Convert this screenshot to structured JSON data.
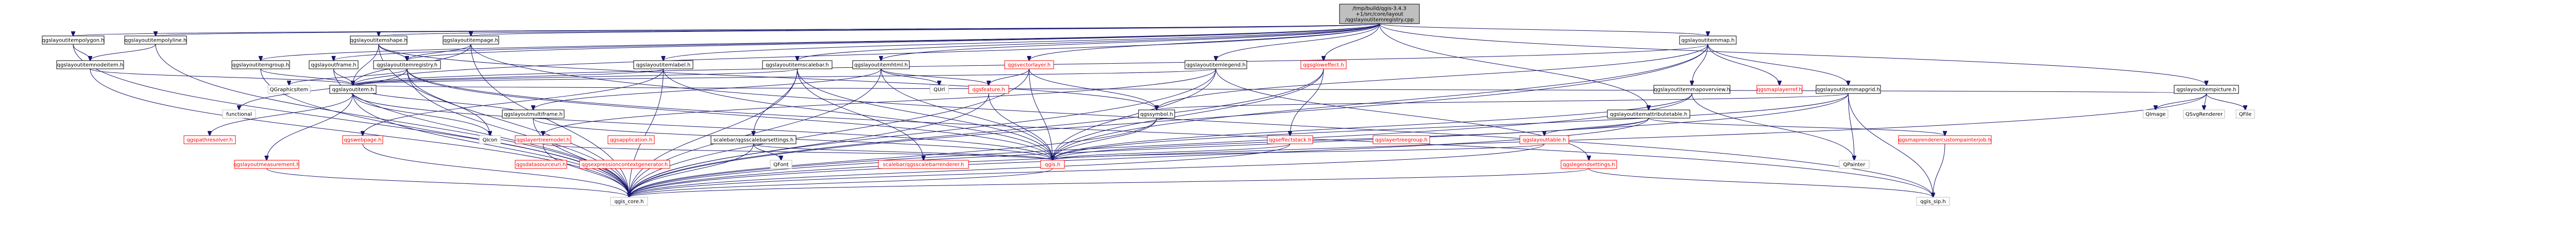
{
  "colors": {
    "root_fill": "#bfbfbf",
    "documented_stroke": "#000000",
    "undocumented_stroke": "#bfbfbf",
    "documented_text": "#000000",
    "missing_text": "#ff0000",
    "edge": "#191970"
  },
  "nodes": [
    {
      "id": "root",
      "lines": [
        "/tmp/build/qgis-3.4.3",
        "+1/src/core/layout",
        "/qgslayoutitemregistry.cpp"
      ],
      "kind": "root"
    },
    {
      "id": "polygon",
      "lines": [
        "qgslayoutitempolygon.h"
      ],
      "kind": "doc"
    },
    {
      "id": "polyline",
      "lines": [
        "qgslayoutitempolyline.h"
      ],
      "kind": "doc"
    },
    {
      "id": "nodeitem",
      "lines": [
        "qgslayoutitemnodeitem.h"
      ],
      "kind": "doc"
    },
    {
      "id": "shape",
      "lines": [
        "qgslayoutitemshape.h"
      ],
      "kind": "doc"
    },
    {
      "id": "page",
      "lines": [
        "qgslayoutitempage.h"
      ],
      "kind": "doc"
    },
    {
      "id": "group",
      "lines": [
        "qgslayoutitemgroup.h"
      ],
      "kind": "doc"
    },
    {
      "id": "frame",
      "lines": [
        "qgslayoutframe.h"
      ],
      "kind": "doc"
    },
    {
      "id": "registry",
      "lines": [
        "qgslayoutitemregistry.h"
      ],
      "kind": "doc"
    },
    {
      "id": "qgraphicsitem",
      "lines": [
        "QGraphicsItem"
      ],
      "kind": "sys"
    },
    {
      "id": "functional",
      "lines": [
        "functional"
      ],
      "kind": "sys"
    },
    {
      "id": "item",
      "lines": [
        "qgslayoutitem.h"
      ],
      "kind": "doc"
    },
    {
      "id": "pathresolver",
      "lines": [
        "qgspathresolver.h"
      ],
      "kind": "missing"
    },
    {
      "id": "measurement",
      "lines": [
        "qgslayoutmeasurement.h"
      ],
      "kind": "missing"
    },
    {
      "id": "core",
      "lines": [
        "qgis_core.h"
      ],
      "kind": "sys"
    },
    {
      "id": "label",
      "lines": [
        "qgslayoutitemlabel.h"
      ],
      "kind": "doc"
    },
    {
      "id": "webpage",
      "lines": [
        "qgswebpage.h"
      ],
      "kind": "missing"
    },
    {
      "id": "multiframe",
      "lines": [
        "qgslayoutmultiframe.h"
      ],
      "kind": "doc"
    },
    {
      "id": "qicon",
      "lines": [
        "QIcon"
      ],
      "kind": "sys"
    },
    {
      "id": "expcontext",
      "lines": [
        "qgsexpressioncontextgenerator.h"
      ],
      "kind": "missing"
    },
    {
      "id": "layertree",
      "lines": [
        "qgslayertreemodel.h"
      ],
      "kind": "missing"
    },
    {
      "id": "datasourceuri",
      "lines": [
        "qgsdatasourceuri.h"
      ],
      "kind": "missing"
    },
    {
      "id": "application",
      "lines": [
        "qgsapplication.h"
      ],
      "kind": "missing"
    },
    {
      "id": "scalebar",
      "lines": [
        "qgslayoutitemscalebar.h"
      ],
      "kind": "doc"
    },
    {
      "id": "scalebarsettings",
      "lines": [
        "scalebar/qgsscalebarsettings.h"
      ],
      "kind": "doc"
    },
    {
      "id": "qfont",
      "lines": [
        "QFont"
      ],
      "kind": "sys"
    },
    {
      "id": "html",
      "lines": [
        "qgslayoutitemhtml.h"
      ],
      "kind": "doc"
    },
    {
      "id": "qurl",
      "lines": [
        "QUrl"
      ],
      "kind": "sys"
    },
    {
      "id": "scalebarrenderer",
      "lines": [
        "scalebar/qgsscalebarrenderer.h"
      ],
      "kind": "missing"
    },
    {
      "id": "vectorlayer",
      "lines": [
        "qgsvectorlayer.h"
      ],
      "kind": "missing"
    },
    {
      "id": "feature",
      "lines": [
        "qgsfeature.h"
      ],
      "kind": "missing"
    },
    {
      "id": "qgs",
      "lines": [
        "qgis.h"
      ],
      "kind": "missing"
    },
    {
      "id": "symbol",
      "lines": [
        "qgssymbol.h"
      ],
      "kind": "doc"
    },
    {
      "id": "legend",
      "lines": [
        "qgslayoutitemlegend.h"
      ],
      "kind": "doc"
    },
    {
      "id": "effectstack",
      "lines": [
        "qgseffectstack.h"
      ],
      "kind": "missing"
    },
    {
      "id": "gloweffect",
      "lines": [
        "qgsgloweffect.h"
      ],
      "kind": "missing"
    },
    {
      "id": "layertreegroup",
      "lines": [
        "qgslayertreegroup.h"
      ],
      "kind": "missing"
    },
    {
      "id": "attrtable",
      "lines": [
        "qgslayoutitemattributetable.h"
      ],
      "kind": "doc"
    },
    {
      "id": "layouttable",
      "lines": [
        "qgslayouttable.h"
      ],
      "kind": "missing"
    },
    {
      "id": "legendsettings",
      "lines": [
        "qgslegendsettings.h"
      ],
      "kind": "missing"
    },
    {
      "id": "map",
      "lines": [
        "qgslayoutitemmap.h"
      ],
      "kind": "doc"
    },
    {
      "id": "mapoverview",
      "lines": [
        "qgslayoutitemmapoverview.h"
      ],
      "kind": "doc"
    },
    {
      "id": "mapgrid",
      "lines": [
        "qgslayoutitemmapgrid.h"
      ],
      "kind": "doc"
    },
    {
      "id": "mapsettings",
      "lines": [
        "qgsmaplayerref.h"
      ],
      "kind": "missing"
    },
    {
      "id": "qpainter",
      "lines": [
        "QPainter"
      ],
      "kind": "sys"
    },
    {
      "id": "qgssip",
      "lines": [
        "qgis_sip.h"
      ],
      "kind": "sys"
    },
    {
      "id": "maprenderer",
      "lines": [
        "qgsmaprenderercustompainterjob.h"
      ],
      "kind": "missing"
    },
    {
      "id": "picture",
      "lines": [
        "qgslayoutitempicture.h"
      ],
      "kind": "doc"
    },
    {
      "id": "qimage",
      "lines": [
        "QImage"
      ],
      "kind": "sys"
    },
    {
      "id": "qsvgrenderer",
      "lines": [
        "QSvgRenderer"
      ],
      "kind": "sys"
    },
    {
      "id": "qfile",
      "lines": [
        "QFile"
      ],
      "kind": "sys"
    }
  ],
  "edges": [
    [
      "root",
      "polygon"
    ],
    [
      "root",
      "polyline"
    ],
    [
      "root",
      "shape"
    ],
    [
      "root",
      "page"
    ],
    [
      "root",
      "group"
    ],
    [
      "root",
      "frame"
    ],
    [
      "root",
      "label"
    ],
    [
      "root",
      "scalebar"
    ],
    [
      "root",
      "html"
    ],
    [
      "root",
      "vectorlayer"
    ],
    [
      "root",
      "legend"
    ],
    [
      "root",
      "gloweffect"
    ],
    [
      "root",
      "attrtable"
    ],
    [
      "root",
      "map"
    ],
    [
      "root",
      "picture"
    ],
    [
      "root",
      "registry"
    ],
    [
      "root",
      "item"
    ],
    [
      "polygon",
      "nodeitem"
    ],
    [
      "polygon",
      "core"
    ],
    [
      "polyline",
      "nodeitem"
    ],
    [
      "polyline",
      "core"
    ],
    [
      "nodeitem",
      "item"
    ],
    [
      "nodeitem",
      "core"
    ],
    [
      "shape",
      "item"
    ],
    [
      "shape",
      "registry"
    ],
    [
      "shape",
      "core"
    ],
    [
      "shape",
      "symbol"
    ],
    [
      "page",
      "item"
    ],
    [
      "page",
      "registry"
    ],
    [
      "page",
      "core"
    ],
    [
      "page",
      "qgssip"
    ],
    [
      "group",
      "item"
    ],
    [
      "group",
      "core"
    ],
    [
      "frame",
      "item"
    ],
    [
      "frame",
      "core"
    ],
    [
      "registry",
      "qgraphicsitem"
    ],
    [
      "registry",
      "functional"
    ],
    [
      "registry",
      "core"
    ],
    [
      "registry",
      "qgssip"
    ],
    [
      "registry",
      "qicon"
    ],
    [
      "registry",
      "qgs"
    ],
    [
      "item",
      "pathresolver"
    ],
    [
      "item",
      "measurement"
    ],
    [
      "item",
      "core"
    ],
    [
      "item",
      "qicon"
    ],
    [
      "item",
      "qgs"
    ],
    [
      "measurement",
      "core"
    ],
    [
      "label",
      "item"
    ],
    [
      "label",
      "webpage"
    ],
    [
      "label",
      "core"
    ],
    [
      "label",
      "qgs"
    ],
    [
      "webpage",
      "core"
    ],
    [
      "multiframe",
      "item"
    ],
    [
      "multiframe",
      "core"
    ],
    [
      "multiframe",
      "qgs"
    ],
    [
      "scalebar",
      "item"
    ],
    [
      "scalebar",
      "scalebarsettings"
    ],
    [
      "scalebar",
      "scalebarrenderer"
    ],
    [
      "scalebar",
      "core"
    ],
    [
      "scalebar",
      "qgs"
    ],
    [
      "scalebarsettings",
      "qfont"
    ],
    [
      "scalebarsettings",
      "core"
    ],
    [
      "scalebarsettings",
      "qgs"
    ],
    [
      "html",
      "multiframe"
    ],
    [
      "html",
      "qurl"
    ],
    [
      "html",
      "core"
    ],
    [
      "html",
      "qgs"
    ],
    [
      "html",
      "feature"
    ],
    [
      "vectorlayer",
      "feature"
    ],
    [
      "vectorlayer",
      "core"
    ],
    [
      "vectorlayer",
      "qgs"
    ],
    [
      "vectorlayer",
      "symbol"
    ],
    [
      "feature",
      "qgs"
    ],
    [
      "feature",
      "core"
    ],
    [
      "qgs",
      "core"
    ],
    [
      "symbol",
      "qgs"
    ],
    [
      "symbol",
      "core"
    ],
    [
      "legend",
      "item"
    ],
    [
      "legend",
      "layertree"
    ],
    [
      "legend",
      "legendsettings"
    ],
    [
      "legend",
      "core"
    ],
    [
      "legend",
      "qgs"
    ],
    [
      "layertree",
      "core"
    ],
    [
      "layertree",
      "qgs"
    ],
    [
      "gloweffect",
      "effectstack"
    ],
    [
      "gloweffect",
      "qgs"
    ],
    [
      "gloweffect",
      "core"
    ],
    [
      "effectstack",
      "qgs"
    ],
    [
      "effectstack",
      "core"
    ],
    [
      "attrtable",
      "layouttable"
    ],
    [
      "attrtable",
      "core"
    ],
    [
      "attrtable",
      "qgs"
    ],
    [
      "layouttable",
      "core"
    ],
    [
      "layouttable",
      "qgs"
    ],
    [
      "legendsettings",
      "core"
    ],
    [
      "legendsettings",
      "qgssip"
    ],
    [
      "map",
      "item"
    ],
    [
      "map",
      "mapoverview"
    ],
    [
      "map",
      "mapgrid"
    ],
    [
      "map",
      "mapsettings"
    ],
    [
      "map",
      "core"
    ],
    [
      "map",
      "qgs"
    ],
    [
      "map",
      "symbol"
    ],
    [
      "mapoverview",
      "qgs"
    ],
    [
      "mapoverview",
      "core"
    ],
    [
      "mapoverview",
      "qpainter"
    ],
    [
      "mapgrid",
      "qgs"
    ],
    [
      "mapgrid",
      "core"
    ],
    [
      "mapgrid",
      "qpainter"
    ],
    [
      "mapgrid",
      "symbol"
    ],
    [
      "mapgrid",
      "qgssip"
    ],
    [
      "maprenderer",
      "qgssip"
    ],
    [
      "attrtable",
      "maprenderer"
    ],
    [
      "picture",
      "item"
    ],
    [
      "picture",
      "qimage"
    ],
    [
      "picture",
      "qsvgrenderer"
    ],
    [
      "picture",
      "qfile"
    ],
    [
      "picture",
      "core"
    ]
  ]
}
